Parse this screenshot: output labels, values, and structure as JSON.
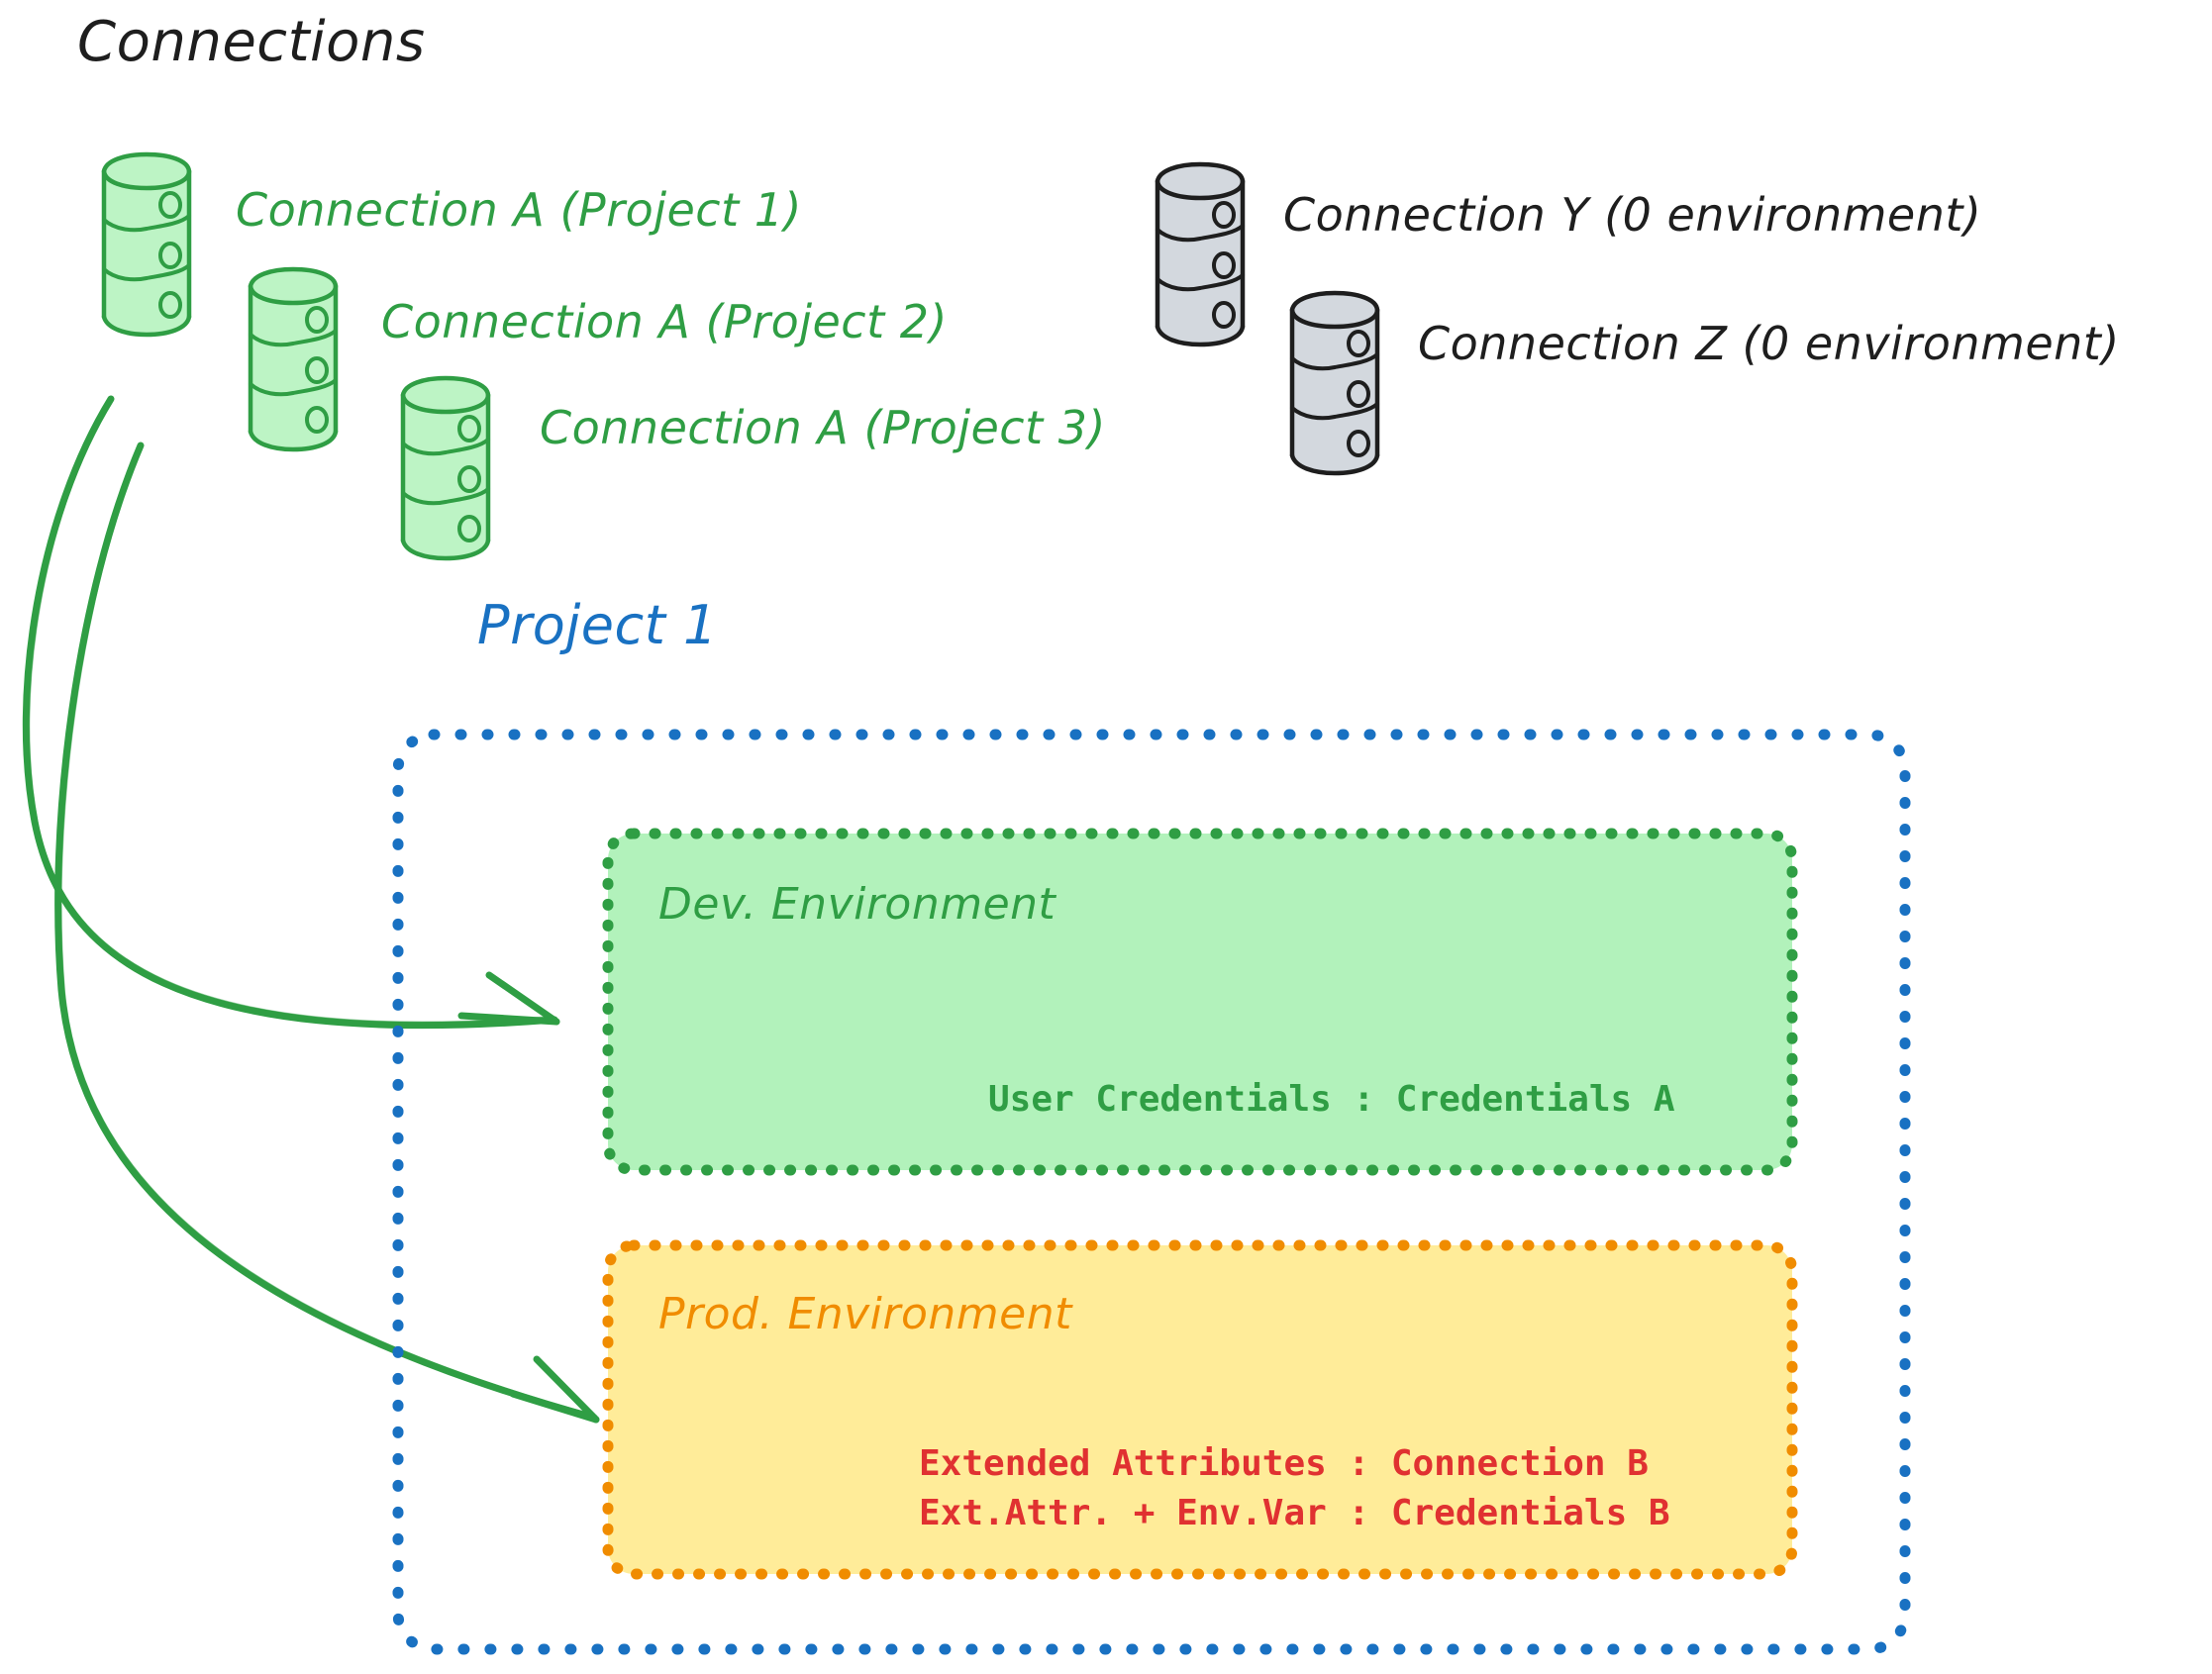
{
  "diagram": {
    "title": "Connections",
    "background": "#ffffff",
    "colors": {
      "green_stroke": "#2f9e44",
      "green_fill": "#b2f2bb",
      "gray_stroke": "#1e1e1e",
      "gray_fill": "#ced4da",
      "blue": "#1971c2",
      "orange": "#f08c00",
      "yellow_fill": "#ffec99",
      "red": "#e03131",
      "black": "#1e1e1e"
    },
    "connections_green": [
      {
        "icon": "database-cylinder-icon",
        "label": "Connection A (Project 1)"
      },
      {
        "icon": "database-cylinder-icon",
        "label": "Connection A (Project 2)"
      },
      {
        "icon": "database-cylinder-icon",
        "label": "Connection A (Project 3)"
      }
    ],
    "connections_gray": [
      {
        "icon": "database-cylinder-icon",
        "label": "Connection Y (0 environment)"
      },
      {
        "icon": "database-cylinder-icon",
        "label": "Connection Z (0 environment)"
      }
    ],
    "project": {
      "title": "Project 1",
      "environments": [
        {
          "name": "Dev. Environment",
          "accent": "#2f9e44",
          "fill": "#b2f2bb",
          "entries": [
            "User Credentials : Credentials A"
          ]
        },
        {
          "name": "Prod. Environment",
          "accent": "#f08c00",
          "fill": "#ffec99",
          "entries": [
            "Extended Attributes : Connection B",
            "Ext.Attr. + Env.Var : Credentials B"
          ]
        }
      ]
    },
    "arrows": [
      {
        "name": "arrow-connection-a-to-dev-environment",
        "from": "Connection A (Project 1)",
        "to": "Dev. Environment"
      },
      {
        "name": "arrow-connection-a-to-prod-environment",
        "from": "Connection A (Project 1)",
        "to": "Prod. Environment"
      }
    ]
  }
}
